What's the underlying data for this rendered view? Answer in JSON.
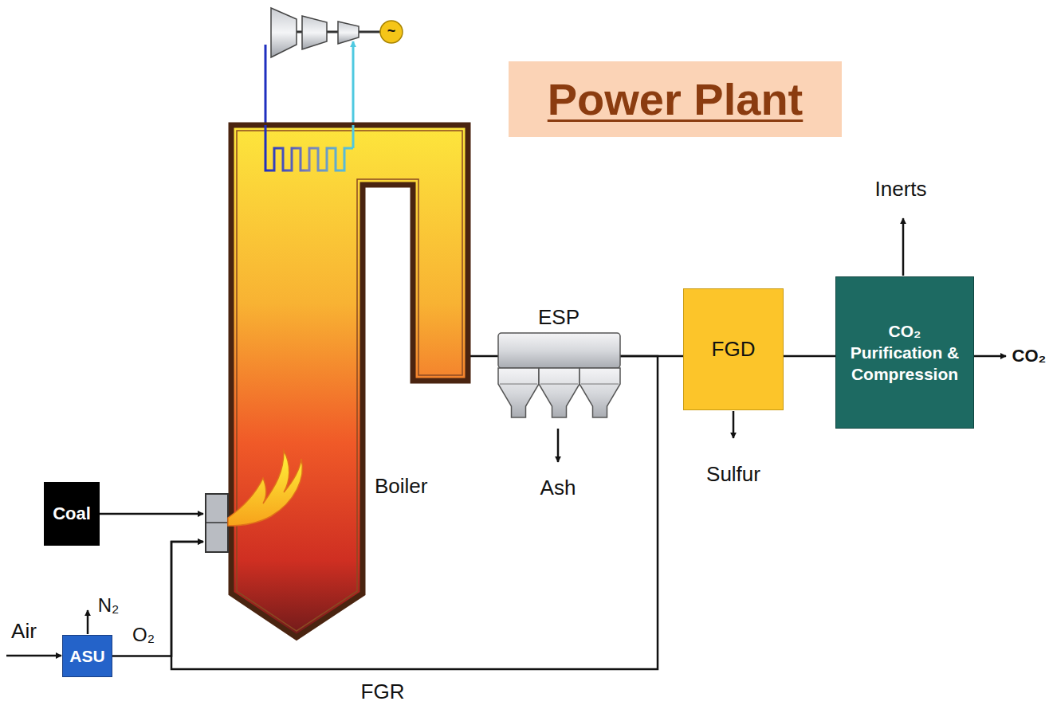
{
  "diagram": {
    "title": "Power Plant",
    "nodes": [
      {
        "text": [
          "Coal"
        ]
      },
      {
        "text": [
          "ASU"
        ]
      },
      {
        "text": [
          "Boiler"
        ]
      },
      {
        "text": [
          "ESP"
        ]
      },
      {
        "text": [
          "FGD"
        ]
      },
      {
        "text": [
          "CO₂ Purification & Compression"
        ]
      }
    ],
    "edges": [
      {
        "from": 0,
        "to": 2,
        "arrow": "to"
      },
      {
        "from": 1,
        "to": 2,
        "arrow": "to"
      },
      {
        "from": 2,
        "to": 3,
        "arrow": "none"
      },
      {
        "from": 3,
        "to": 4,
        "arrow": "none"
      },
      {
        "from": 4,
        "to": 5,
        "arrow": "none"
      },
      {
        "from": 3,
        "to": 2,
        "label": "FGR",
        "arrow": "to"
      }
    ],
    "labels": [
      "Air",
      "N₂",
      "O₂",
      "Ash",
      "Sulfur",
      "Inerts",
      "CO₂",
      "~"
    ]
  }
}
